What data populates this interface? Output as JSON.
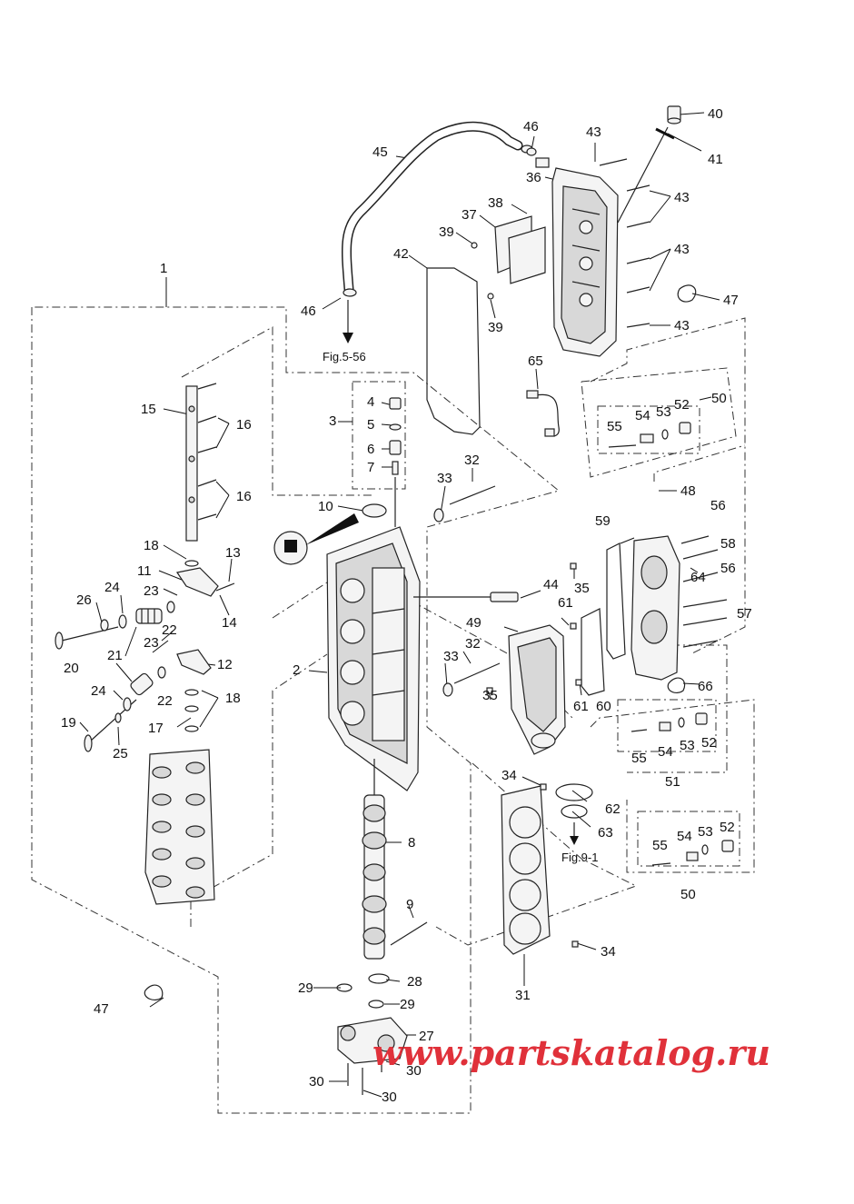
{
  "watermark": "www.partskatalog.ru",
  "references": {
    "fig_5_56": "Fig.5-56",
    "fig_9_1": "Fig.9-1"
  },
  "callouts": {
    "c1": "1",
    "c2": "2",
    "c3": "3",
    "c4": "4",
    "c5": "5",
    "c6": "6",
    "c7": "7",
    "c8": "8",
    "c9": "9",
    "c10": "10",
    "c11": "11",
    "c12": "12",
    "c13": "13",
    "c14": "14",
    "c15": "15",
    "c16a": "16",
    "c16b": "16",
    "c17": "17",
    "c18a": "18",
    "c18b": "18",
    "c19": "19",
    "c20": "20",
    "c21": "21",
    "c22a": "22",
    "c22b": "22",
    "c23a": "23",
    "c23b": "23",
    "c24a": "24",
    "c24b": "24",
    "c25": "25",
    "c26": "26",
    "c27": "27",
    "c28": "28",
    "c29a": "29",
    "c29b": "29",
    "c30a": "30",
    "c30b": "30",
    "c30c": "30",
    "c31": "31",
    "c32a": "32",
    "c32b": "32",
    "c33a": "33",
    "c33b": "33",
    "c34a": "34",
    "c34b": "34",
    "c35a": "35",
    "c35b": "35",
    "c36": "36",
    "c37": "37",
    "c38": "38",
    "c39a": "39",
    "c39b": "39",
    "c40": "40",
    "c41": "41",
    "c42": "42",
    "c43a": "43",
    "c43b": "43",
    "c43c": "43",
    "c43d": "43",
    "c44": "44",
    "c45": "45",
    "c46a": "46",
    "c46b": "46",
    "c47a": "47",
    "c47b": "47",
    "c48": "48",
    "c49": "49",
    "c50a": "50",
    "c50b": "50",
    "c51": "51",
    "c52a": "52",
    "c52b": "52",
    "c52c": "52",
    "c53a": "53",
    "c53b": "53",
    "c53c": "53",
    "c54a": "54",
    "c54b": "54",
    "c54c": "54",
    "c55a": "55",
    "c55b": "55",
    "c55c": "55",
    "c56a": "56",
    "c56b": "56",
    "c57": "57",
    "c58": "58",
    "c59": "59",
    "c60": "60",
    "c61a": "61",
    "c61b": "61",
    "c62": "62",
    "c63": "63",
    "c64": "64",
    "c65": "65",
    "c66": "66"
  }
}
